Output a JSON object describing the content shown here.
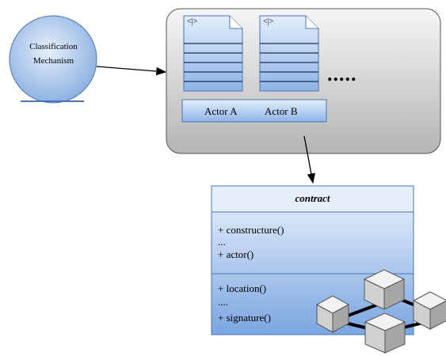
{
  "classifier": {
    "label_line1": "Classification",
    "label_line2": "Mechanism"
  },
  "documents": [
    {
      "tag": "<|>"
    },
    {
      "tag": "<|>"
    }
  ],
  "more_indicator": ".....",
  "actors": [
    "Actor A",
    "Actor B"
  ],
  "contract": {
    "title": "contract",
    "section1": [
      "+ constructure()",
      "...",
      "+ actor()"
    ],
    "section2": [
      "+ location()",
      "....",
      "+ signature()"
    ]
  },
  "colors": {
    "circle_fill": "#9dbde6",
    "panel_fill": "#d6d6d6",
    "box_top": "#dbe7f8",
    "box_bottom": "#7ea9e0",
    "border": "#4a74b4"
  }
}
